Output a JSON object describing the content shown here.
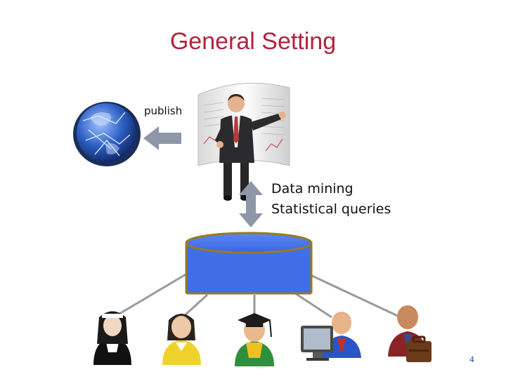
{
  "slide": {
    "title": "General Setting",
    "publish_label": "publish",
    "query_labels": [
      "Data mining",
      "Statistical queries"
    ],
    "page_number": "4"
  },
  "icons": {
    "globe": "globe-icon",
    "analyst": "analyst-presenter-icon",
    "database": "database-cylinder-icon",
    "users": [
      "user-nun-icon",
      "user-blonde-icon",
      "user-graduate-icon",
      "user-computer-icon",
      "user-man-icon",
      "user-businessman-icon"
    ]
  },
  "colors": {
    "title": "#b0233e",
    "database_fill": "#3f6ee8",
    "database_border": "#9a7a1e",
    "arrow": "#8e97a8",
    "connector": "#9a9a9a"
  }
}
